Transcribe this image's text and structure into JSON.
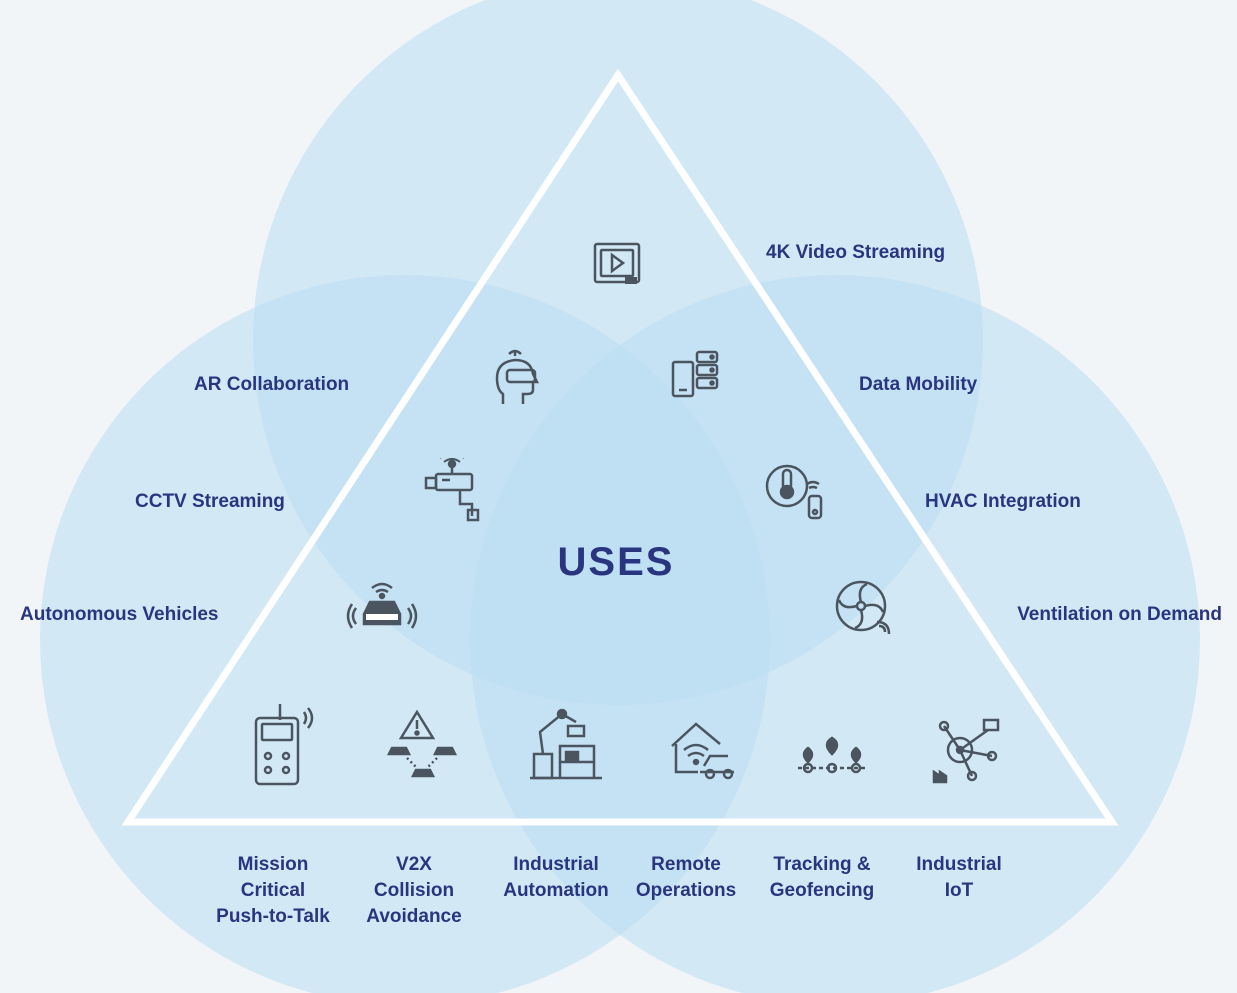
{
  "title": "USES",
  "colors": {
    "circle_fill": "#b9dcf3",
    "text": "#2a3580",
    "icon": "#4a5560",
    "triangle_stroke": "#ffffff",
    "background": "#f2f5f8"
  },
  "labels": {
    "video": "4K Video Streaming",
    "ar": "AR Collaboration",
    "data_mobility": "Data Mobility",
    "cctv": "CCTV Streaming",
    "hvac": "HVAC Integration",
    "autonomous": "Autonomous Vehicles",
    "ventilation": "Ventilation on Demand",
    "mission": "Mission\nCritical\nPush-to-Talk",
    "v2x": "V2X\nCollision\nAvoidance",
    "industrial_automation": "Industrial\nAutomation",
    "remote": "Remote\nOperations",
    "tracking": "Tracking &\nGeofencing",
    "iot": "Industrial\nIoT"
  },
  "icons": {
    "video": "4k-video-icon",
    "ar": "vr-headset-icon",
    "data_mobility": "data-devices-icon",
    "cctv": "cctv-camera-icon",
    "hvac": "hvac-sensor-icon",
    "autonomous": "autonomous-car-icon",
    "ventilation": "fan-icon",
    "mission": "walkie-talkie-icon",
    "v2x": "v2x-warning-icon",
    "industrial_automation": "robot-arm-icon",
    "remote": "remote-house-car-icon",
    "tracking": "location-pins-icon",
    "iot": "iot-network-icon"
  }
}
